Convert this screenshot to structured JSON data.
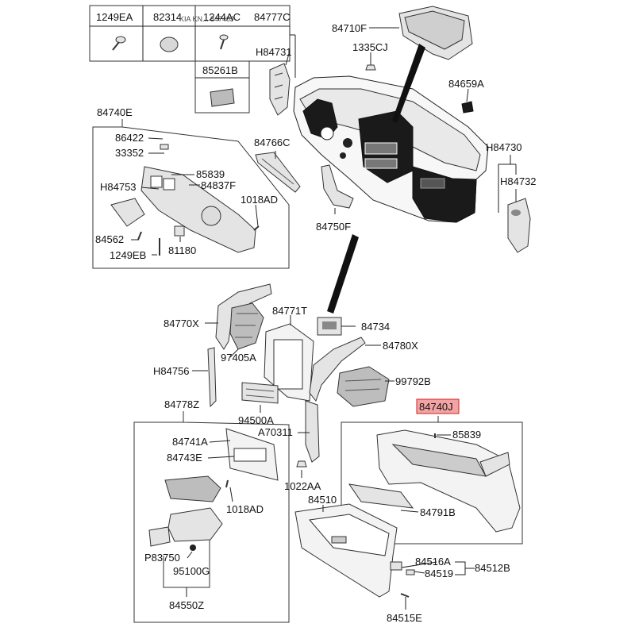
{
  "header_table": {
    "col1": "1249EA",
    "col2": "82314",
    "col3": "1244AC",
    "col3_row2": "85261B"
  },
  "header_note": "KIA KN... 84740J",
  "labels": {
    "p84777C": "84777C",
    "pH84731": "H84731",
    "p84710F": "84710F",
    "p1335CJ": "1335CJ",
    "p84659A": "84659A",
    "pH84730": "H84730",
    "pH84732": "H84732",
    "p84740E": "84740E",
    "p86422": "86422",
    "p33352": "33352",
    "p85839a": "85839",
    "pH84753": "H84753",
    "p84837F": "84837F",
    "p1018ADa": "1018AD",
    "p84562": "84562",
    "p1249EB": "1249EB",
    "p81180": "81180",
    "p84766C": "84766C",
    "p84750F": "84750F",
    "p84770X": "84770X",
    "p84771T": "84771T",
    "p84734": "84734",
    "p84780X": "84780X",
    "p97405A": "97405A",
    "pH84756": "H84756",
    "p99792B": "99792B",
    "p84778Z": "84778Z",
    "p94500A": "94500A",
    "pA70311": "A70311",
    "p84740J": "84740J",
    "p85839b": "85839",
    "p84741A": "84741A",
    "p84743E": "84743E",
    "p1018ADb": "1018AD",
    "p1022AA": "1022AA",
    "p84510": "84510",
    "p84791B": "84791B",
    "pP83750": "P83750",
    "p95100G": "95100G",
    "p84550Z": "84550Z",
    "p84516A": "84516A",
    "p84519": "84519",
    "p84512B": "84512B",
    "p84515E": "84515E"
  },
  "colors": {
    "highlight_fill": "#f2a4a4",
    "highlight_stroke": "#d22020",
    "line": "#222222",
    "part_fill": "#e4e4e4",
    "part_dark": "#1a1a1a"
  }
}
